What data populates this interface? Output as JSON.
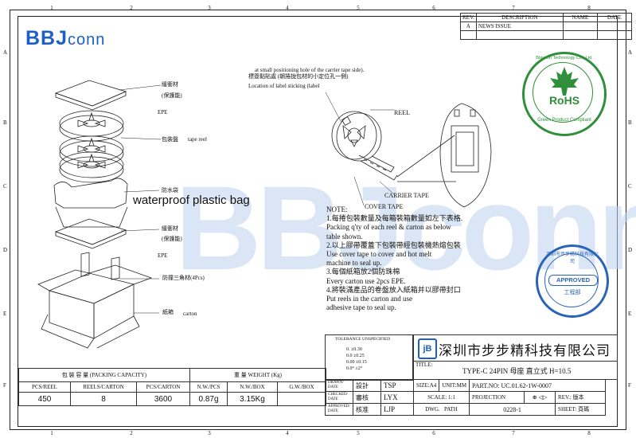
{
  "brand": {
    "name_bold": "BBJ",
    "name_light": "conn"
  },
  "watermark": "BBJconn",
  "column_numbers": [
    "1",
    "2",
    "3",
    "4",
    "5",
    "6",
    "7",
    "8"
  ],
  "row_letters": [
    "A",
    "B",
    "C",
    "D",
    "E",
    "F"
  ],
  "revision_table": {
    "headers": [
      "REV.",
      "DESCRIPTION",
      "NAME",
      "DATE"
    ],
    "rows": [
      [
        "A",
        "NEWS ISSUE",
        "",
        ""
      ]
    ]
  },
  "left_labels": {
    "top_cushion": "緩衝材",
    "top_cushion_sub": "(保護能)",
    "epe_1": "EPE",
    "reel_label_cn": "包裝盤",
    "reel_label_en": "tape reel",
    "bag_cn": "防水袋",
    "bag_en": "waterproof plastic bag",
    "bottom_cushion": "緩衝材",
    "bottom_cushion_sub": "(保護能)",
    "epe_2": "EPE",
    "corner": "防撞三角材(4Pcs)",
    "carton_cn": "紙箱",
    "carton_en": "carton"
  },
  "right_labels": {
    "hole_note": "at small positioning hole of the carrier tape side).",
    "hole_note_cn": "標簽黏貼處 (朝捲拢包材的小定位孔一側)",
    "label_location": "Location of label sticking (label",
    "reel": "REEL",
    "carrier_tape": "CARRIER TAPE",
    "cover_tape": "COVER TAPE"
  },
  "notes": [
    "NOTE:",
    "1.每捲包裝數量及每箱裝箱數量如左下表格.",
    "Packing q'ty of each reel & carton as below",
    "table shown.",
    "2.以上膠帶覆蓋下包裝帶經包裝機熱熔包裝",
    "Use cover tape to cover and hot melt",
    "machine to seal up.",
    "3.每個紙箱放2個防珠棉",
    "Every carton use 2pcs EPE.",
    "4.將裝滿產品的卷盤放入紙箱并以膠帶封口",
    "Put reels in the carton and use",
    "adhesive tape to seal up."
  ],
  "rohs_seal": {
    "outer_text": "Bbjconn Technology Co., Ltd.",
    "center": "RoHS",
    "bottom": "Green Product Compliant"
  },
  "approved_seal": {
    "center": "APPROVED",
    "bottom": "工程部",
    "outer_text": "深圳市步步精科技有限公司"
  },
  "packing_table": {
    "caption_left": "包 裝 容 量 (PACKING CAPACITY)",
    "caption_right": "重 量 WEIGHT (Kg)",
    "headers": [
      "PCS/REEL",
      "REELS/CARTON",
      "PCS/CARTON",
      "N.W./PCS",
      "N.W./BOX",
      "G.W./BOX"
    ],
    "values": [
      "450",
      "8",
      "3600",
      "0.87g",
      "3.15Kg",
      ""
    ]
  },
  "tolerance": {
    "title": "TOLERANCE UNSPECIFIED",
    "rows": [
      "0.    ±0.30",
      "0.0   ±0.25",
      "0.00  ±0.15",
      "0.0°   ±2°"
    ]
  },
  "title_block": {
    "company": "深圳市步步精科技有限公司",
    "title_label": "TITLE:",
    "title": "TYPE-C 24PIN 母座 直立式 H=10.5",
    "drawn_label": "DRAWN/ DATE",
    "design_cn": "設計",
    "design_name": "TSP",
    "checked_label": "CHECKED/ DATE",
    "check_cn": "審核",
    "check_name": "LYX",
    "approved_label": "APPROVED/ DATE",
    "approve_cn": "核准",
    "approve_name": "LJP",
    "size": "SIZE:A4",
    "unit": "UNIT:MM",
    "part_no": "PART.NO: UC.01.62-1W-0007",
    "scale": "SCALE: 1:1",
    "projection": "PROJECTION",
    "rev": "REV.: 版本",
    "dwg": "DWG.",
    "path": "PATH",
    "dwg_no": "0228-1",
    "sheet": "SHEET: 頁碼"
  }
}
